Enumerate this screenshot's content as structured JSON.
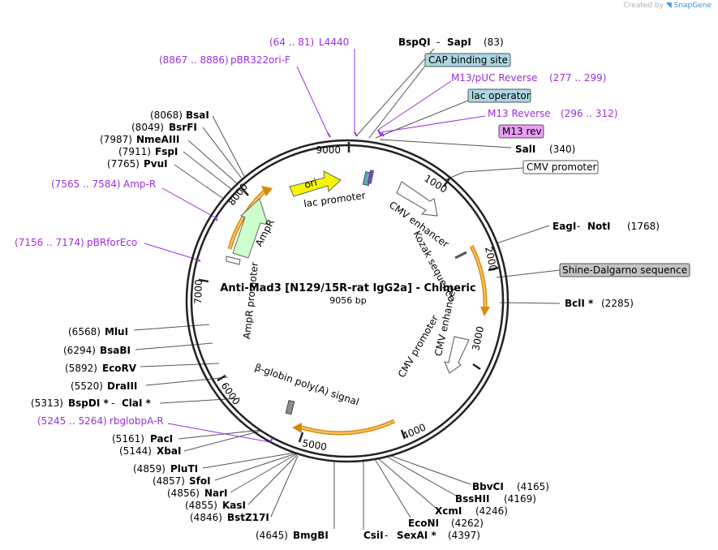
{
  "watermark": {
    "prefix": "Created by",
    "brand": "SnapGene"
  },
  "plasmid": {
    "name": "Anti-Mad3  [N129/15R-rat IgG2a] - Chimeric",
    "length_label": "9056 bp",
    "length": 9056
  },
  "ticks": [
    "1000",
    "2000",
    "3000",
    "4000",
    "5000",
    "6000",
    "7000",
    "8000",
    "9000"
  ],
  "feature_labels": {
    "ori": "ori",
    "lac_promoter": "lac promoter",
    "ampr": "AmpR",
    "ampr_promoter": "AmpR promoter",
    "cmv_enhancer_1": "CMV enhancer",
    "kozak": "Kozak sequence",
    "cmv_enhancer_2": "CMV enhancer",
    "cmv_promoter": "CMV promoter",
    "beta_globin": "β-globin poly(A) signal"
  },
  "boxed_labels": {
    "cap_binding_site": "CAP binding site",
    "lac_operator": "lac operator",
    "m13_rev": "M13 rev",
    "cmv_promoter": "CMV promoter",
    "shine_dalgarno": "Shine-Dalgarno sequence"
  },
  "primers": {
    "l4440": {
      "range": "(64 .. 81)",
      "name": "L4440"
    },
    "pbr322ori": {
      "range": "(8867 .. 8886)",
      "name": "pBR322ori-F"
    },
    "m13puc": {
      "name": "M13/pUC Reverse",
      "range": "(277 .. 299)"
    },
    "m13reverse": {
      "name": "M13 Reverse",
      "range": "(296 .. 312)"
    },
    "ampr": {
      "range": "(7565 .. 7584)",
      "name": "Amp-R"
    },
    "pbrforeco": {
      "range": "(7156 .. 7174)",
      "name": "pBRforEco"
    },
    "rbglobpa": {
      "range": "(5245 .. 5264)",
      "name": "rbglobpA-R"
    }
  },
  "sites": {
    "bspqi_sapi": {
      "name1": "BspQI",
      "sep": " - ",
      "name2": "SapI",
      "pos": "(83)"
    },
    "sali": {
      "name": "SalI",
      "pos": "(340)"
    },
    "eagi_noti": {
      "name1": "EagI",
      "sep": " - ",
      "name2": "NotI",
      "pos": "(1768)"
    },
    "bcli": {
      "name": "BclI *",
      "pos": "(2285)"
    },
    "bsai": {
      "pos": "(8068)",
      "name": "BsaI"
    },
    "bsrfi": {
      "pos": "(8049)",
      "name": "BsrFI"
    },
    "nmeaiii": {
      "pos": "(7987)",
      "name": "NmeAIII"
    },
    "fspi": {
      "pos": "(7911)",
      "name": "FspI"
    },
    "pvui": {
      "pos": "(7765)",
      "name": "PvuI"
    },
    "mlui": {
      "pos": "(6568)",
      "name": "MluI"
    },
    "bsabi": {
      "pos": "(6294)",
      "name": "BsaBI"
    },
    "ecorv": {
      "pos": "(5892)",
      "name": "EcoRV"
    },
    "draiii": {
      "pos": "(5520)",
      "name": "DraIII"
    },
    "bspdi_clai": {
      "pos": "(5313)",
      "name1": "BspDI *",
      "sep": " - ",
      "name2": "ClaI *"
    },
    "paci": {
      "pos": "(5161)",
      "name": "PacI"
    },
    "xbai": {
      "pos": "(5144)",
      "name": "XbaI"
    },
    "pluti": {
      "pos": "(4859)",
      "name": "PluTI"
    },
    "sfoi": {
      "pos": "(4857)",
      "name": "SfoI"
    },
    "nari": {
      "pos": "(4856)",
      "name": "NarI"
    },
    "kasi": {
      "pos": "(4855)",
      "name": "KasI"
    },
    "bstz17i": {
      "pos": "(4846)",
      "name": "BstZ17I"
    },
    "bmgbi": {
      "pos": "(4645)",
      "name": "BmgBI"
    },
    "csii_sexai": {
      "name1": "CsiI",
      "sep": " - ",
      "name2": "SexAI *",
      "pos": "(4397)"
    },
    "econi": {
      "name": "EcoNI",
      "pos": "(4262)"
    },
    "xcmi": {
      "name": "XcmI",
      "pos": "(4246)"
    },
    "bsshii": {
      "name": "BssHII",
      "pos": "(4169)"
    },
    "bbvci": {
      "name": "BbvCI",
      "pos": "(4165)"
    }
  },
  "colors": {
    "backbone": "#222222",
    "primer": "#9b30d9",
    "ori": "#f5f500",
    "ampr": "#ccffcc",
    "orf_outline": "#d98a00",
    "box_blue": "#aad7e3",
    "box_pink": "#e89ff5",
    "box_gray": "#c4c4c4"
  }
}
